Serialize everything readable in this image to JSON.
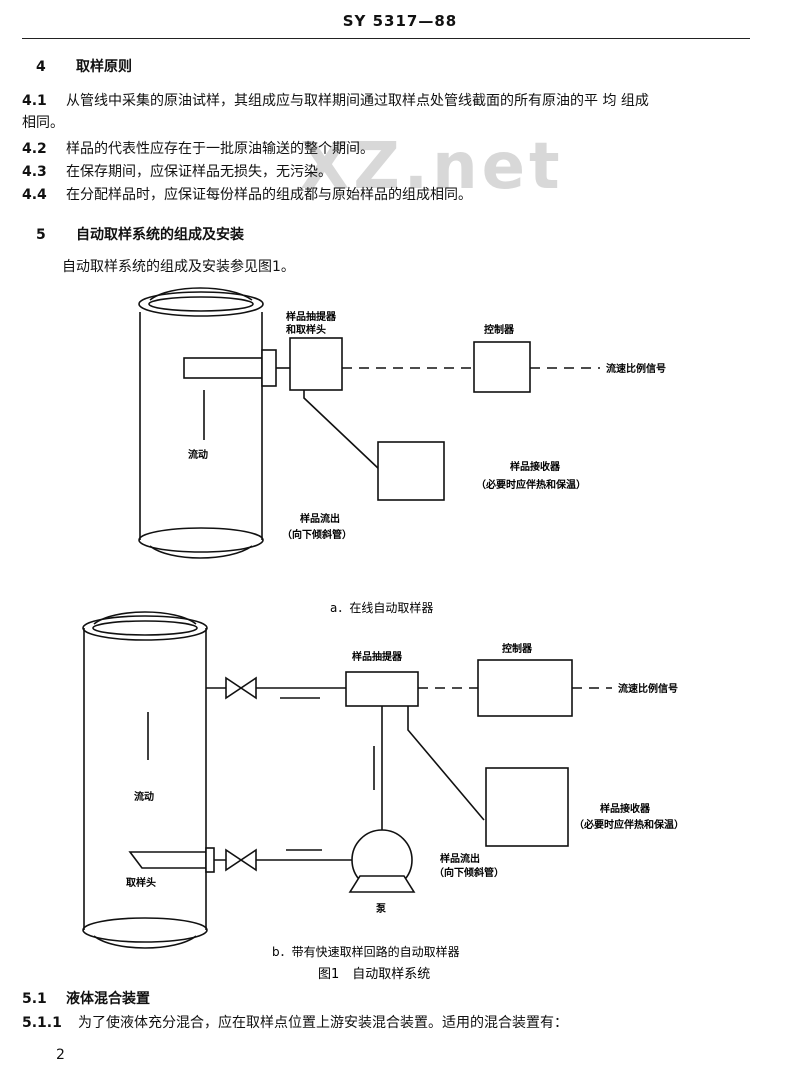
{
  "header": {
    "code": "SY 5317—88"
  },
  "watermark": "XZ.net",
  "sec4": {
    "num": "4",
    "title": "取样原则",
    "items": [
      {
        "num": "4.1",
        "text": "从管线中采集的原油试样，其组成应与取样期间通过取样点处管线截面的所有原油的平 均 组成",
        "cont": "相同。"
      },
      {
        "num": "4.2",
        "text": "样品的代表性应存在于一批原油输送的整个期间。"
      },
      {
        "num": "4.3",
        "text": "在保存期间，应保证样品无损失，无污染。"
      },
      {
        "num": "4.4",
        "text": "在分配样品时，应保证每份样品的组成都与原始样品的组成相同。"
      }
    ]
  },
  "sec5": {
    "num": "5",
    "title": "自动取样系统的组成及安装",
    "intro": "自动取样系统的组成及安装参见图1。"
  },
  "figA": {
    "extractor": "样品抽提器",
    "extractor2": "和取样头",
    "controller": "控制器",
    "signal": "流速比例信号",
    "flow": "流动",
    "receiver": "样品接收器",
    "receiver_note": "（必要时应伴热和保温）",
    "outflow": "样品流出",
    "outflow_note": "（向下倾斜管）",
    "caption": "a．在线自动取样器"
  },
  "figB": {
    "extractor": "样品抽提器",
    "controller": "控制器",
    "signal": "流速比例信号",
    "flow": "流动",
    "receiver": "样品接收器",
    "receiver_note": "（必要时应伴热和保温）",
    "outflow": "样品流出",
    "outflow_note": "（向下倾斜管）",
    "probe": "取样头",
    "pump": "泵",
    "caption": "b．带有快速取样回路的自动取样器"
  },
  "figure_title": "图1　自动取样系统",
  "sec51": {
    "num": "5.1",
    "title": "液体混合装置"
  },
  "sec511": {
    "num": "5.1.1",
    "text": "为了使液体充分混合，应在取样点位置上游安装混合装置。适用的混合装置有："
  },
  "page_number": "2"
}
